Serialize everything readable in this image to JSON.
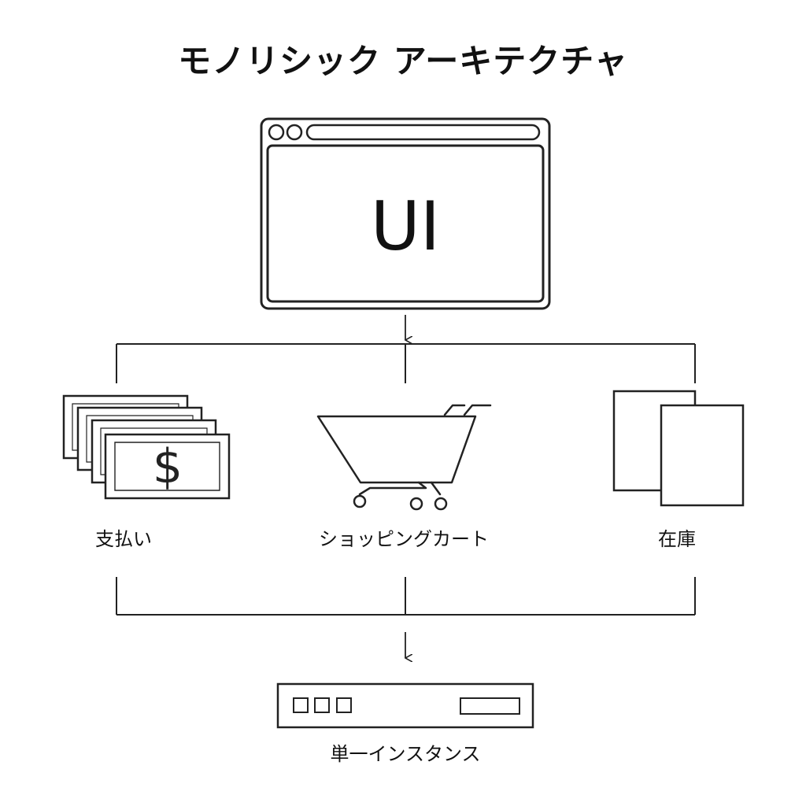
{
  "title": "モノリシック アーキテクチャ",
  "ui": {
    "label": "UI",
    "icon": "browser-window-icon"
  },
  "components": [
    {
      "label": "支払い",
      "icon": "money-stack-icon",
      "symbol": "$"
    },
    {
      "label": "ショッピングカート",
      "icon": "shopping-cart-icon"
    },
    {
      "label": "在庫",
      "icon": "documents-icon"
    }
  ],
  "instance": {
    "label": "単一インスタンス",
    "icon": "server-icon"
  },
  "colors": {
    "stroke": "#222222",
    "background": "#ffffff"
  }
}
